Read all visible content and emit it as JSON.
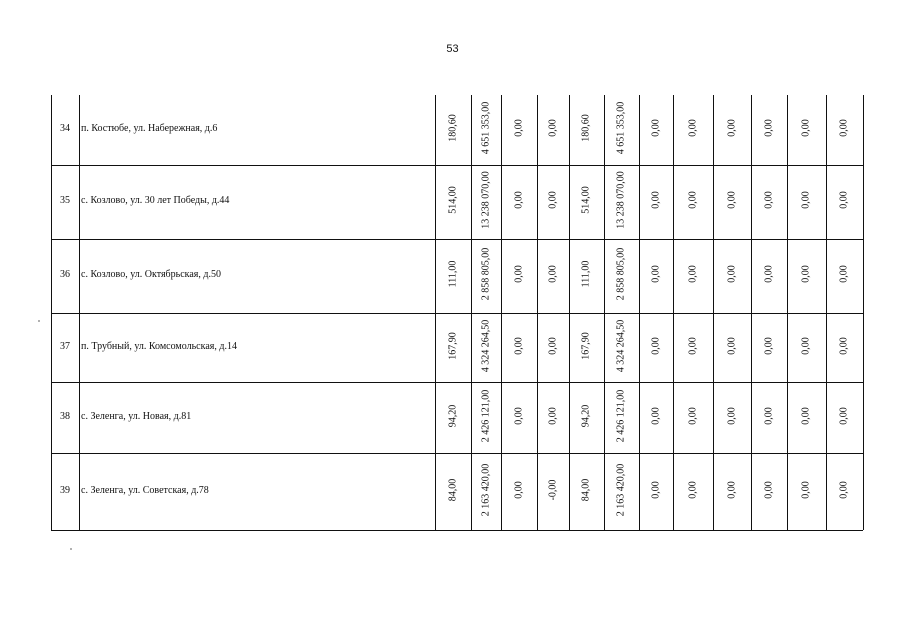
{
  "page_number": "53",
  "rows": [
    {
      "num": "34",
      "address": "п. Костюбе, ул. Набережная, д.6",
      "values": [
        "180,60",
        "4 651 353,00",
        "0,00",
        "0,00",
        "180,60",
        "4 651 353,00",
        "0,00",
        "0,00",
        "0,00",
        "0,00",
        "0,00",
        "0,00"
      ]
    },
    {
      "num": "35",
      "address": "с. Козлово, ул. 30 лет Победы, д.44",
      "values": [
        "514,00",
        "13 238 070,00",
        "0,00",
        "0,00",
        "514,00",
        "13 238 070,00",
        "0,00",
        "0,00",
        "0,00",
        "0,00",
        "0,00",
        "0,00"
      ]
    },
    {
      "num": "36",
      "address": "с. Козлово, ул. Октябрьская, д.50",
      "values": [
        "111,00",
        "2 858 805,00",
        "0,00",
        "0,00",
        "111,00",
        "2 858 805,00",
        "0,00",
        "0,00",
        "0,00",
        "0,00",
        "0,00",
        "0,00"
      ]
    },
    {
      "num": "37",
      "address": "п. Трубный, ул. Комсомольская, д.14",
      "values": [
        "167,90",
        "4 324 264,50",
        "0,00",
        "0,00",
        "167,90",
        "4 324 264,50",
        "0,00",
        "0,00",
        "0,00",
        "0,00",
        "0,00",
        "0,00"
      ]
    },
    {
      "num": "38",
      "address": "с. Зеленга, ул. Новая, д.81",
      "values": [
        "94,20",
        "2 426 121,00",
        "0,00",
        "0,00",
        "94,20",
        "2 426 121,00",
        "0,00",
        "0,00",
        "0,00",
        "0,00",
        "0,00",
        "0,00"
      ]
    },
    {
      "num": "39",
      "address": "с. Зеленга, ул. Советская, д.78",
      "values": [
        "84,00",
        "2 163 420,00",
        "0,00",
        "-0,00",
        "84,00",
        "2 163 420,00",
        "0,00",
        "0,00",
        "0,00",
        "0,00",
        "0,00",
        "0,00"
      ]
    }
  ]
}
